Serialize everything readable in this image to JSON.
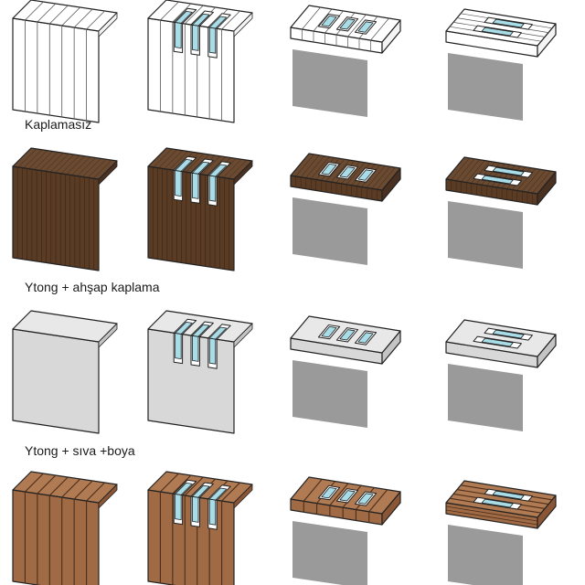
{
  "rows": [
    {
      "label": "Kaplamasız",
      "material": "plain",
      "colors": {
        "top": "#ffffff",
        "front": "#ffffff",
        "side": "#f4f4f4",
        "lines": "#555555"
      }
    },
    {
      "label": "Ytong + ahşap kaplama",
      "material": "dark-wood",
      "colors": {
        "top": "#6a4a30",
        "front": "#5a3c24",
        "side": "#4a3020",
        "lines": "#3a2416"
      }
    },
    {
      "label": "Ytong + sıva +boya",
      "material": "plaster",
      "colors": {
        "top": "#e8e8e8",
        "front": "#d8d8d8",
        "side": "#c4c4c4",
        "lines": "#999999"
      }
    },
    {
      "label": "",
      "material": "wood-slats",
      "colors": {
        "top": "#b07a52",
        "front": "#a06a44",
        "side": "#8a5636",
        "lines": "#4a2e1c"
      }
    }
  ],
  "variants": [
    "no-openings",
    "vertical-openings",
    "top-openings-vertical",
    "top-openings-horizontal"
  ],
  "colors": {
    "glass": "#a8dde8",
    "shadow_wall": "#9a9a9a",
    "outline": "#222222",
    "frame": "#ffffff"
  }
}
